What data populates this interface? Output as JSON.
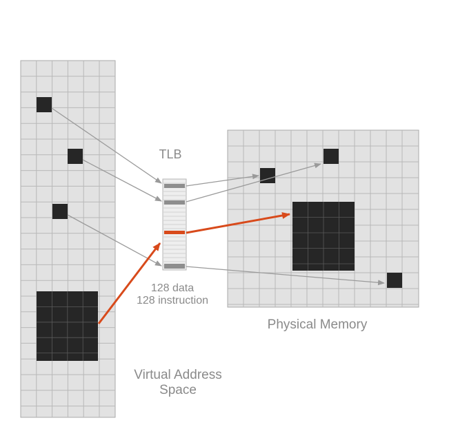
{
  "labels": {
    "tlb": "TLB",
    "tlb_data": "128 data",
    "tlb_instruction": "128 instruction",
    "physical_memory": "Physical Memory",
    "virtual_line1": "Virtual Address",
    "virtual_line2": "Space"
  },
  "colors": {
    "page_fill": "#e2e2e2",
    "grid_line": "#b8b8b8",
    "block_fill": "#262626",
    "block_grid": "#5a5a5a",
    "tlb_entry": "#8e8e8e",
    "highlight": "#d84a1b",
    "pointer": "#9a9a9a",
    "text": "#8a8a8a"
  }
}
